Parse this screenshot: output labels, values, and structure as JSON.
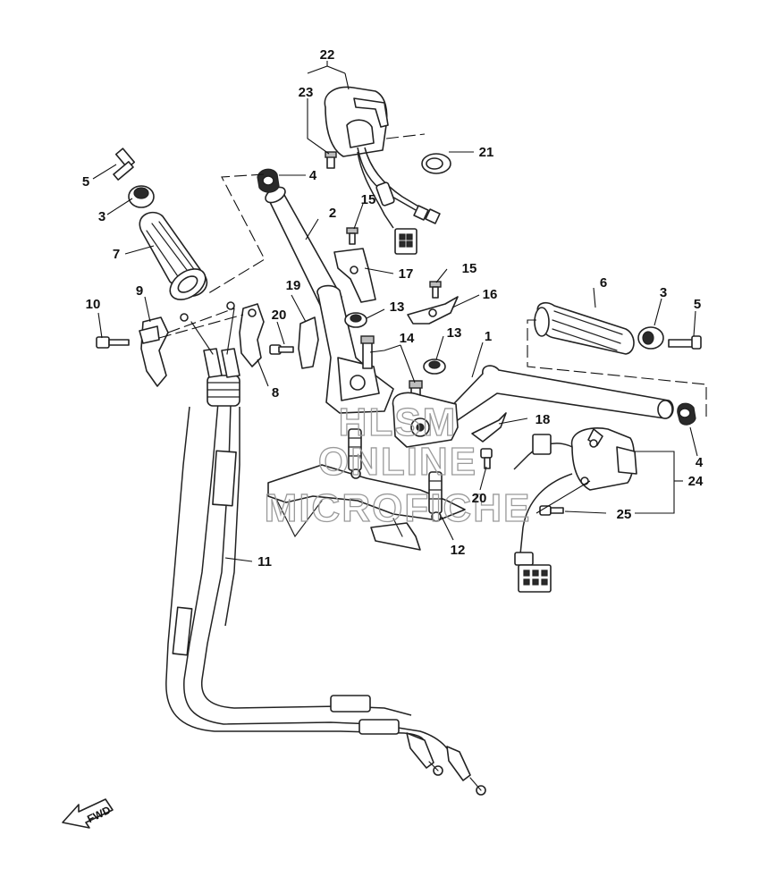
{
  "labels": {
    "p1": "1",
    "p2": "2",
    "p3a": "3",
    "p3b": "3",
    "p4a": "4",
    "p4b": "4",
    "p5a": "5",
    "p5b": "5",
    "p6": "6",
    "p7": "7",
    "p8": "8",
    "p9": "9",
    "p10": "10",
    "p11": "11",
    "p12": "12",
    "p13a": "13",
    "p13b": "13",
    "p14": "14",
    "p15a": "15",
    "p15b": "15",
    "p16": "16",
    "p17": "17",
    "p18": "18",
    "p19": "19",
    "p20a": "20",
    "p20b": "20",
    "p21": "21",
    "p22": "22",
    "p23": "23",
    "p24": "24",
    "p25": "25"
  },
  "watermark": {
    "line1": "HLSM",
    "line2": "ONLINE",
    "line3": "MICROFICHE"
  },
  "direction_arrow": {
    "label": "FWD",
    "icon": "fwd-arrow-icon"
  },
  "colors": {
    "ink": "#222222",
    "watermark": "#9a9a9a",
    "background": "#ffffff"
  }
}
